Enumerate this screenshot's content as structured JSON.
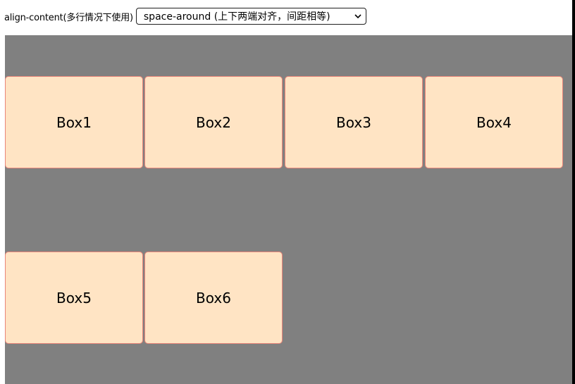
{
  "control": {
    "label": "align-content(多行情况下使用)",
    "select_value": "space-around (上下两端对齐，间距相等)"
  },
  "boxes": [
    "Box1",
    "Box2",
    "Box3",
    "Box4",
    "Box5",
    "Box6"
  ],
  "colors": {
    "container_bg": "#808080",
    "box_bg": "#ffe4c4",
    "box_border": "#e9857a"
  }
}
